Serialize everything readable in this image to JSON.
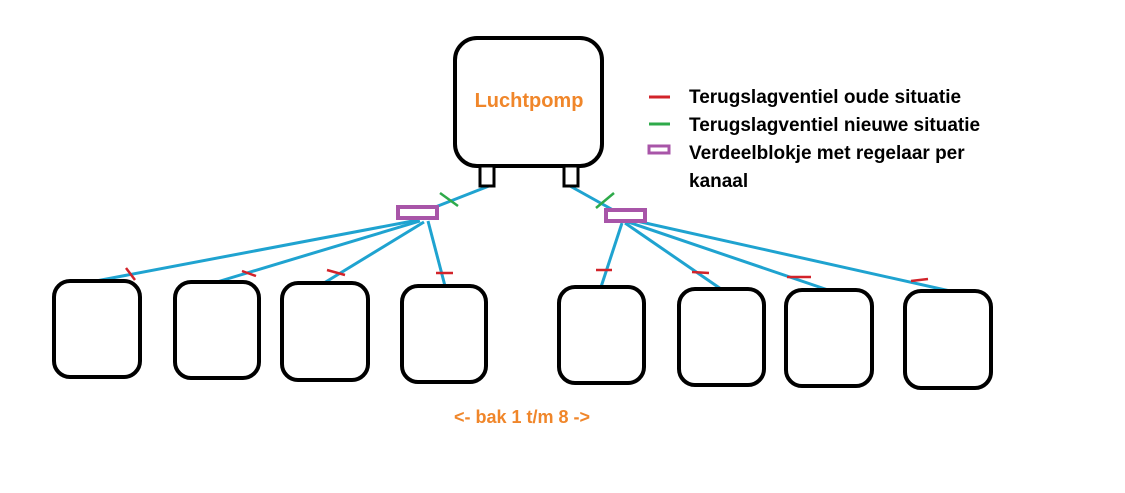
{
  "colors": {
    "tube": "#1fa3d0",
    "outline": "#000000",
    "valve_old": "#d2232a",
    "valve_new": "#2eaa4a",
    "block": "#a855a8",
    "label_accent": "#f0862a"
  },
  "pump": {
    "label": "Luchtpomp"
  },
  "legend": {
    "old_valve": "Terugslagventiel oude situatie",
    "new_valve": "Terugslagventiel nieuwe situatie",
    "block_line1": "Verdeelblokje met regelaar per",
    "block_line2": "kanaal"
  },
  "tanks_label": "<- bak 1 t/m 8 ->",
  "tank_count": 8
}
